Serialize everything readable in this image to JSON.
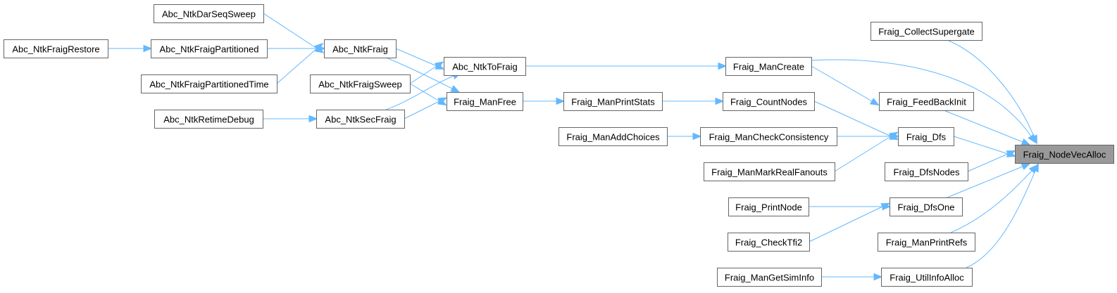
{
  "graph": {
    "title": "Fraig_NodeVecAlloc caller graph",
    "colors": {
      "edge": "#63b8ff",
      "node_border": "#666666",
      "node_fill": "#ffffff",
      "target_fill": "#999999"
    },
    "target": "Fraig_NodeVecAlloc",
    "nodes": [
      {
        "id": "n_target",
        "label": "Fraig_NodeVecAlloc",
        "target": true
      },
      {
        "id": "n_collect",
        "label": "Fraig_CollectSupergate"
      },
      {
        "id": "n_mancreate",
        "label": "Fraig_ManCreate"
      },
      {
        "id": "n_feedback",
        "label": "Fraig_FeedBackInit"
      },
      {
        "id": "n_dfs",
        "label": "Fraig_Dfs"
      },
      {
        "id": "n_dfsnodes",
        "label": "Fraig_DfsNodes"
      },
      {
        "id": "n_dfsone",
        "label": "Fraig_DfsOne"
      },
      {
        "id": "n_printrefs",
        "label": "Fraig_ManPrintRefs"
      },
      {
        "id": "n_utilinfo",
        "label": "Fraig_UtilInfoAlloc"
      },
      {
        "id": "n_countnodes",
        "label": "Fraig_CountNodes"
      },
      {
        "id": "n_checkcons",
        "label": "Fraig_ManCheckConsistency"
      },
      {
        "id": "n_markreal",
        "label": "Fraig_ManMarkRealFanouts"
      },
      {
        "id": "n_printnode",
        "label": "Fraig_PrintNode"
      },
      {
        "id": "n_checktfi2",
        "label": "Fraig_CheckTfi2"
      },
      {
        "id": "n_getsiminfo",
        "label": "Fraig_ManGetSimInfo"
      },
      {
        "id": "n_ntktofraig",
        "label": "Abc_NtkToFraig"
      },
      {
        "id": "n_printstats",
        "label": "Fraig_ManPrintStats"
      },
      {
        "id": "n_addchoices",
        "label": "Fraig_ManAddChoices"
      },
      {
        "id": "n_manfree",
        "label": "Fraig_ManFree"
      },
      {
        "id": "n_ntkfraig",
        "label": "Abc_NtkFraig"
      },
      {
        "id": "n_fraigsweep",
        "label": "Abc_NtkFraigSweep"
      },
      {
        "id": "n_secfraig",
        "label": "Abc_NtkSecFraig"
      },
      {
        "id": "n_darseqsweep",
        "label": "Abc_NtkDarSeqSweep"
      },
      {
        "id": "n_fraigpart",
        "label": "Abc_NtkFraigPartitioned"
      },
      {
        "id": "n_fraigparttime",
        "label": "Abc_NtkFraigPartitionedTime"
      },
      {
        "id": "n_retimedebug",
        "label": "Abc_NtkRetimeDebug"
      },
      {
        "id": "n_fraigrestore",
        "label": "Abc_NtkFraigRestore"
      }
    ],
    "edges": [
      {
        "from": "n_collect",
        "to": "n_target"
      },
      {
        "from": "n_mancreate",
        "to": "n_target"
      },
      {
        "from": "n_feedback",
        "to": "n_target"
      },
      {
        "from": "n_dfs",
        "to": "n_target"
      },
      {
        "from": "n_dfsnodes",
        "to": "n_target"
      },
      {
        "from": "n_dfsone",
        "to": "n_target"
      },
      {
        "from": "n_printrefs",
        "to": "n_target"
      },
      {
        "from": "n_utilinfo",
        "to": "n_target"
      },
      {
        "from": "n_mancreate",
        "to": "n_feedback"
      },
      {
        "from": "n_countnodes",
        "to": "n_dfs"
      },
      {
        "from": "n_checkcons",
        "to": "n_dfs"
      },
      {
        "from": "n_markreal",
        "to": "n_dfs"
      },
      {
        "from": "n_printnode",
        "to": "n_dfsone"
      },
      {
        "from": "n_checktfi2",
        "to": "n_dfsone"
      },
      {
        "from": "n_getsiminfo",
        "to": "n_utilinfo"
      },
      {
        "from": "n_ntktofraig",
        "to": "n_mancreate"
      },
      {
        "from": "n_printstats",
        "to": "n_countnodes"
      },
      {
        "from": "n_addchoices",
        "to": "n_checkcons"
      },
      {
        "from": "n_manfree",
        "to": "n_printstats"
      },
      {
        "from": "n_ntkfraig",
        "to": "n_ntktofraig"
      },
      {
        "from": "n_fraigsweep",
        "to": "n_ntktofraig"
      },
      {
        "from": "n_secfraig",
        "to": "n_ntktofraig"
      },
      {
        "from": "n_ntkfraig",
        "to": "n_manfree"
      },
      {
        "from": "n_fraigsweep",
        "to": "n_manfree"
      },
      {
        "from": "n_secfraig",
        "to": "n_manfree"
      },
      {
        "from": "n_darseqsweep",
        "to": "n_ntkfraig"
      },
      {
        "from": "n_fraigpart",
        "to": "n_ntkfraig"
      },
      {
        "from": "n_fraigparttime",
        "to": "n_ntkfraig"
      },
      {
        "from": "n_retimedebug",
        "to": "n_secfraig"
      },
      {
        "from": "n_fraigrestore",
        "to": "n_fraigpart"
      }
    ]
  }
}
